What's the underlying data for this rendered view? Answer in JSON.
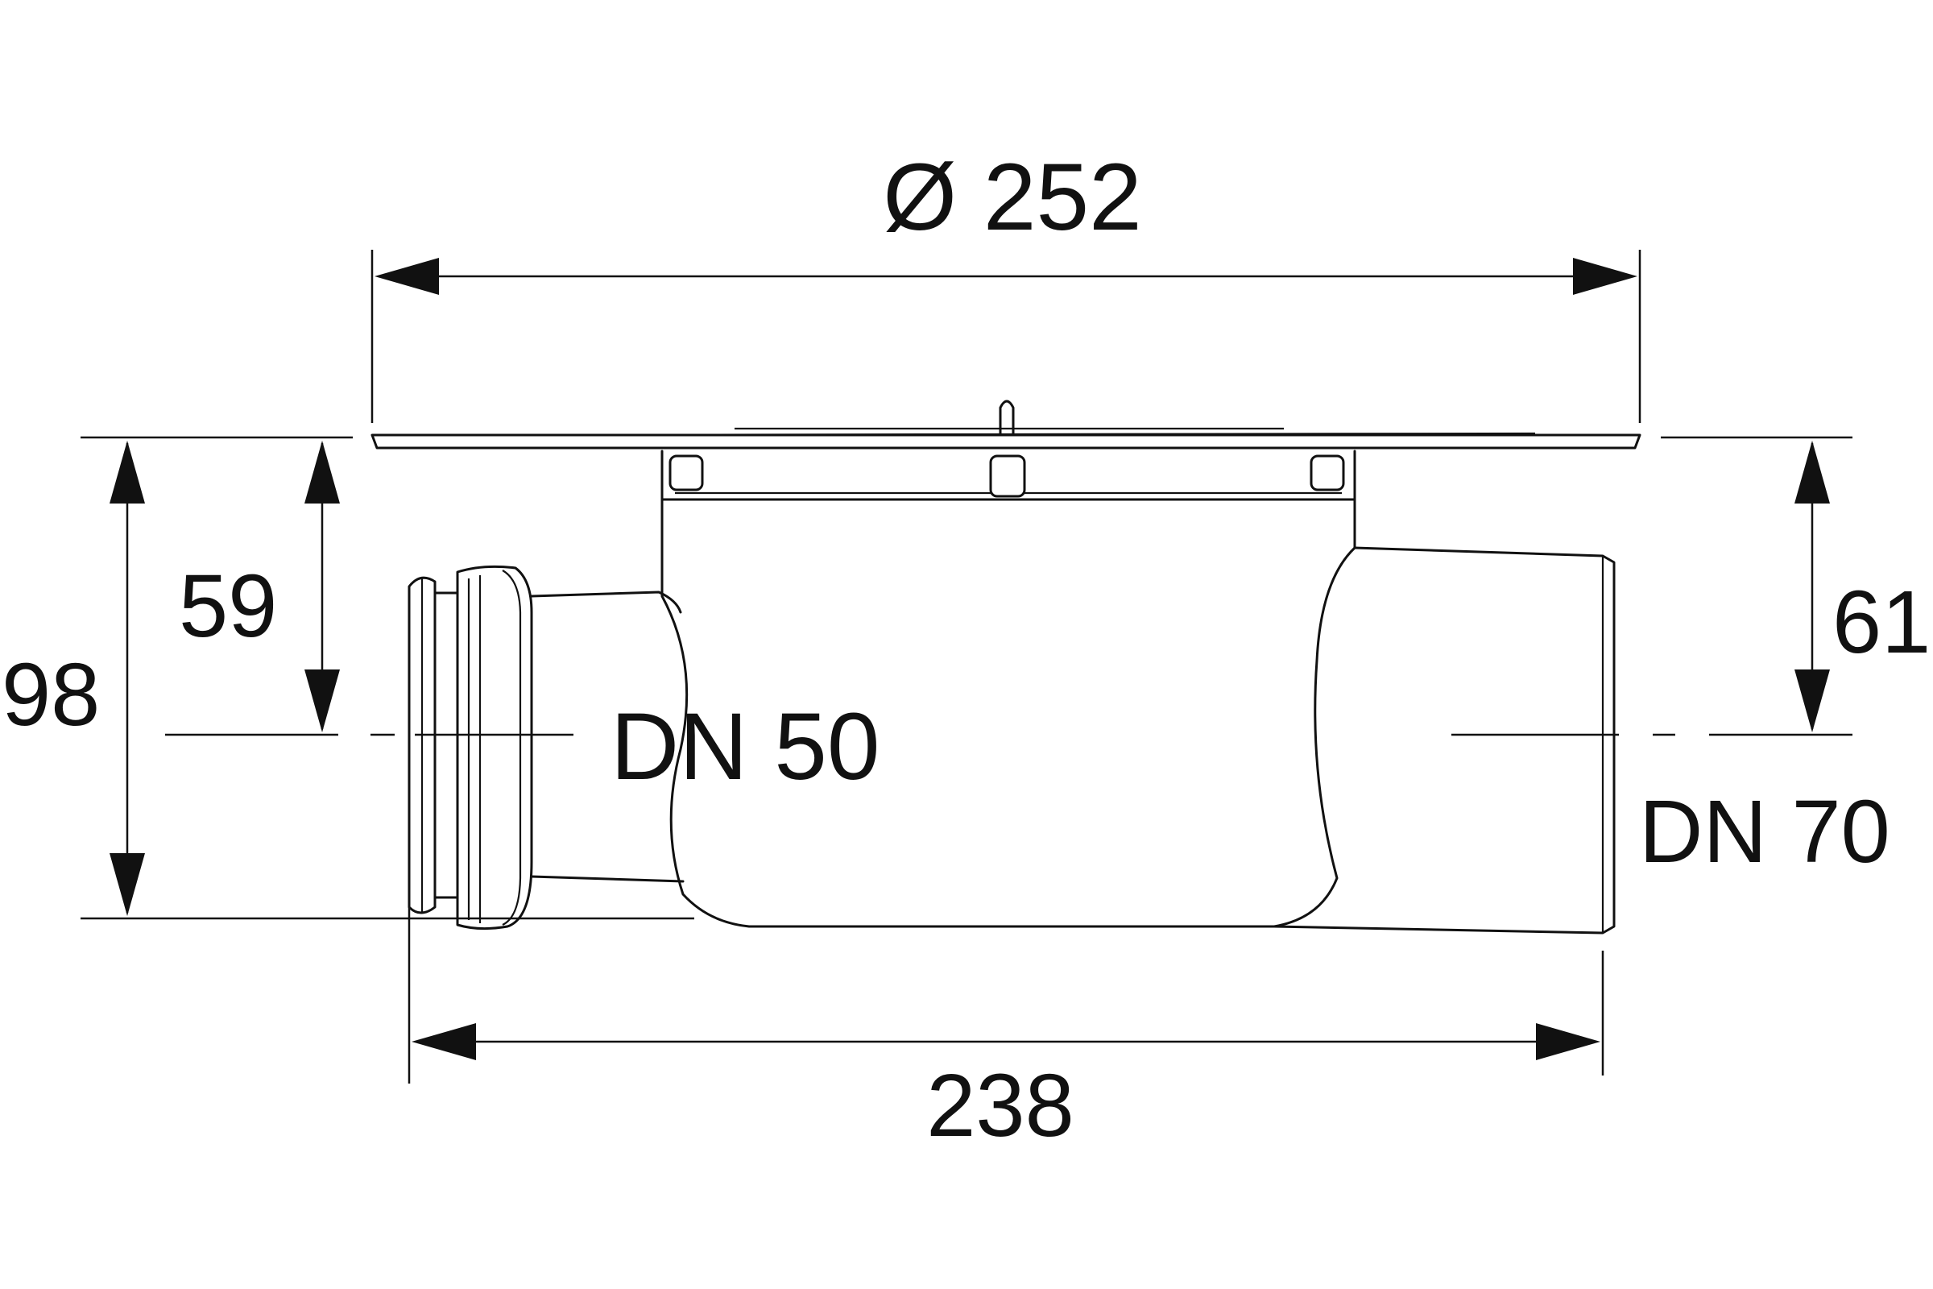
{
  "dimensions": {
    "top_width": "Ø 252",
    "bottom_width": "238",
    "total_height": "98",
    "outlet_height_dn50": "59",
    "outlet_height_dn70": "61"
  },
  "labels": {
    "dn50": "DN 50",
    "dn70": "DN 70"
  },
  "colors": {
    "line": "#111111",
    "background": "#ffffff"
  }
}
